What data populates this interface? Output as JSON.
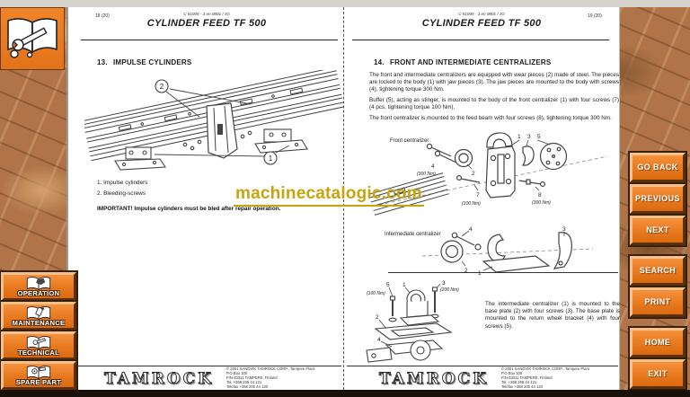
{
  "chrome": {
    "watermark": "machinecatalogic.com",
    "left_nav": [
      {
        "label": "OPERATION"
      },
      {
        "label": "MAINTENANCE"
      },
      {
        "label": "TECHNICAL"
      },
      {
        "label": "SPARE PART"
      }
    ],
    "right_nav": [
      {
        "label": "GO BACK"
      },
      {
        "label": "PREVIOUS"
      },
      {
        "label": "NEXT"
      },
      {
        "label": "SEARCH"
      },
      {
        "label": "PRINT"
      },
      {
        "label": "HOME"
      },
      {
        "label": "EXIT"
      }
    ],
    "colors": {
      "accent_orange": "#e8791e",
      "watermark_gold": "#c7a40e"
    }
  },
  "left_page": {
    "page_number": "18 (20)",
    "doc_code": "C 51005 - 3 en 0801 / JG",
    "title": "CYLINDER FEED TF 500",
    "section_number": "13.",
    "section_title": "IMPULSE CYLINDERS",
    "legend": [
      {
        "text": "1. Impulse cylinders"
      },
      {
        "text": "2. Bleeding-screws"
      }
    ],
    "important": "IMPORTANT! Impulse cylinders must be bled after repair operation.",
    "diagram_callouts": {
      "c1": "1",
      "c2": "2"
    }
  },
  "right_page": {
    "page_number": "19 (20)",
    "doc_code": "C 51005 - 3 en 0801 / JG",
    "title": "CYLINDER FEED TF 500",
    "section_number": "14.",
    "section_title": "FRONT AND INTERMEDIATE CENTRALIZERS",
    "paragraphs": [
      {
        "text": "The front and intermediate centralizers are equipped with wear pieces (2) made of steel. The pieces are locked to the body (1) with jaw pieces (3). The jaw pieces are mounted to the body with screws (4), tightening torque 300 Nm."
      },
      {
        "text": "Buffer (5), acting as stinger, is mounted to the body of the front centralizer (1) with four screws (7) (4 pcs, tightening torque 100 Nm)."
      },
      {
        "text": "The front centralizer is mounted to the feed beam with four screws (8), tightening torque 300 Nm."
      }
    ],
    "front_diagram": {
      "label": "Front centralizer",
      "callouts": {
        "n4": "4",
        "t4": "(300 Nm)",
        "n2": "2",
        "n1": "1",
        "n3": "3",
        "n5": "5",
        "n7": "7",
        "t7": "(100 Nm)",
        "n8": "8",
        "t8": "(300 Nm)"
      }
    },
    "intermediate_diagram": {
      "label": "Intermediate centralizer",
      "callouts": {
        "n4": "4",
        "n2": "2",
        "n1": "1",
        "n3": "3"
      }
    },
    "base_diagram": {
      "callouts": {
        "n5": "5",
        "t5": "(100 Nm)",
        "n1": "1",
        "n3": "3",
        "t3": "(200 Nm)",
        "n2": "2",
        "n4": "4"
      }
    },
    "side_text": "The intermediate centralizer (1) is mounted to the base plate (2) with four screws (3). The base plate is mounted to the return wheel bracket (4) with four screws (5)."
  },
  "footer": {
    "logo": "TAMROCK",
    "lines": [
      {
        "text": "© 2001 SANDVIK TAMROCK CORP., Tampere Plant"
      },
      {
        "text": "P.O.Box 100"
      },
      {
        "text": "FIN-33311 TAMPERE, Finland"
      },
      {
        "text": "Tel. +358 205 44 121"
      },
      {
        "text": "Telefax +358 205 44 120"
      }
    ]
  }
}
